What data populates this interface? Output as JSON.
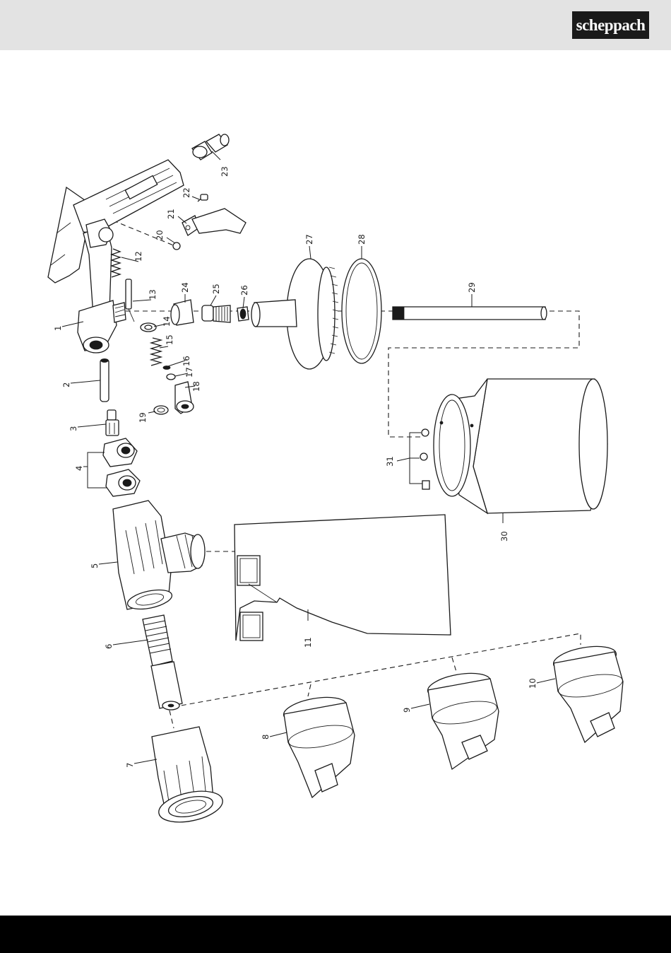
{
  "header": {
    "brand": "scheppach"
  },
  "labels": {
    "p1": "1",
    "p2": "2",
    "p3": "3",
    "p4": "4",
    "p5": "5",
    "p6": "6",
    "p7": "7",
    "p8": "8",
    "p9": "9",
    "p10": "10",
    "p11": "11",
    "p12": "12",
    "p13": "13",
    "p14": "14",
    "p15": "15",
    "p16": "16",
    "p17": "17",
    "p18": "18",
    "p19": "19",
    "p20": "20",
    "p21": "21",
    "p22": "22",
    "p23": "23",
    "p24": "24",
    "p25": "25",
    "p26": "26",
    "p27": "27",
    "p28": "28",
    "p29": "29",
    "p30": "30",
    "p31": "31"
  },
  "colors": {
    "header_bg": "#e3e3e3",
    "logo_bg": "#1a1a1a",
    "footer_bg": "#000000",
    "line": "#1a1a1a"
  }
}
